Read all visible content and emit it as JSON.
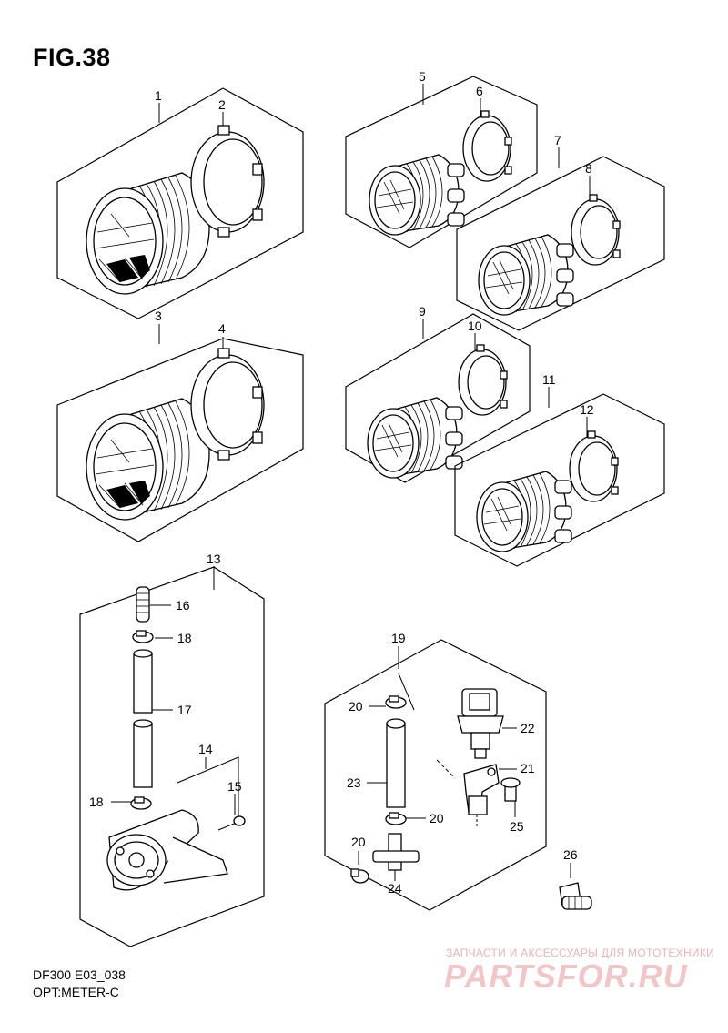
{
  "figure": {
    "title": "FIG.38",
    "model_code": "DF300 E03_038",
    "section": "OPT:METER-C"
  },
  "watermark": {
    "tagline": "ЗАПЧАСТИ И АКСЕССУАРЫ ДЛЯ МОТОТЕХНИКИ",
    "logo_text": "PARTSFOR.RU"
  },
  "callouts": {
    "c1": "1",
    "c2": "2",
    "c3": "3",
    "c4": "4",
    "c5": "5",
    "c6": "6",
    "c7": "7",
    "c8": "8",
    "c9": "9",
    "c10": "10",
    "c11": "11",
    "c12": "12",
    "c13": "13",
    "c14": "14",
    "c15": "15",
    "c16": "16",
    "c17": "17",
    "c18a": "18",
    "c18b": "18",
    "c19": "19",
    "c20a": "20",
    "c20b": "20",
    "c20c": "20",
    "c21": "21",
    "c22": "22",
    "c23": "23",
    "c24": "24",
    "c25": "25",
    "c26": "26"
  }
}
